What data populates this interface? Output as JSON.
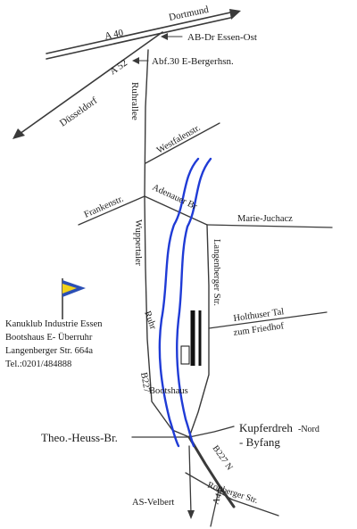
{
  "roads": {
    "a40": "A 40",
    "dortmund": "Dortmund",
    "ab_dr_essen_ost": "AB-Dr Essen-Ost",
    "a52": "A 52",
    "abf30": "Abf.30 E-Bergerhsn.",
    "duesseldorf": "Düsseldorf",
    "ruhrallee": "Ruhrallee",
    "westfalenstr": "Westfalenstr.",
    "frankenstr": "Frankenstr.",
    "adenauer_br": "Adenauer Br",
    "marie_juchacz": "Marie-Juchacz",
    "wuppertaler": "Wuppertaler",
    "langenberger": "Langenberger Str.",
    "holthuser_tal": "Holthuser Tal",
    "zum_friedhof": "zum Friedhof",
    "ruhr": "Ruhr",
    "b227": "B227",
    "bootshaus": "Bootshaus",
    "theo_heuss": "Theo.-Heuss-Br.",
    "kupferdreh": "Kupferdreh",
    "nord": "-Nord",
    "byfang": "- Byfang",
    "b227n": "B227 N",
    "rottberger": "Rottberger Str.",
    "as_velbert": "AS-Velbert",
    "a44": "A44"
  },
  "club_info": {
    "line1": "Kanuklub Industrie Essen",
    "line2": "Bootshaus  E- Überruhr",
    "line3": "Langenberger Str. 664a",
    "line4": "Tel.:0201/484888"
  },
  "colors": {
    "river": "#1f3bd6",
    "road": "#3a3a3a",
    "pennant_blue": "#2b4fb5",
    "pennant_yellow": "#f2d21b"
  }
}
